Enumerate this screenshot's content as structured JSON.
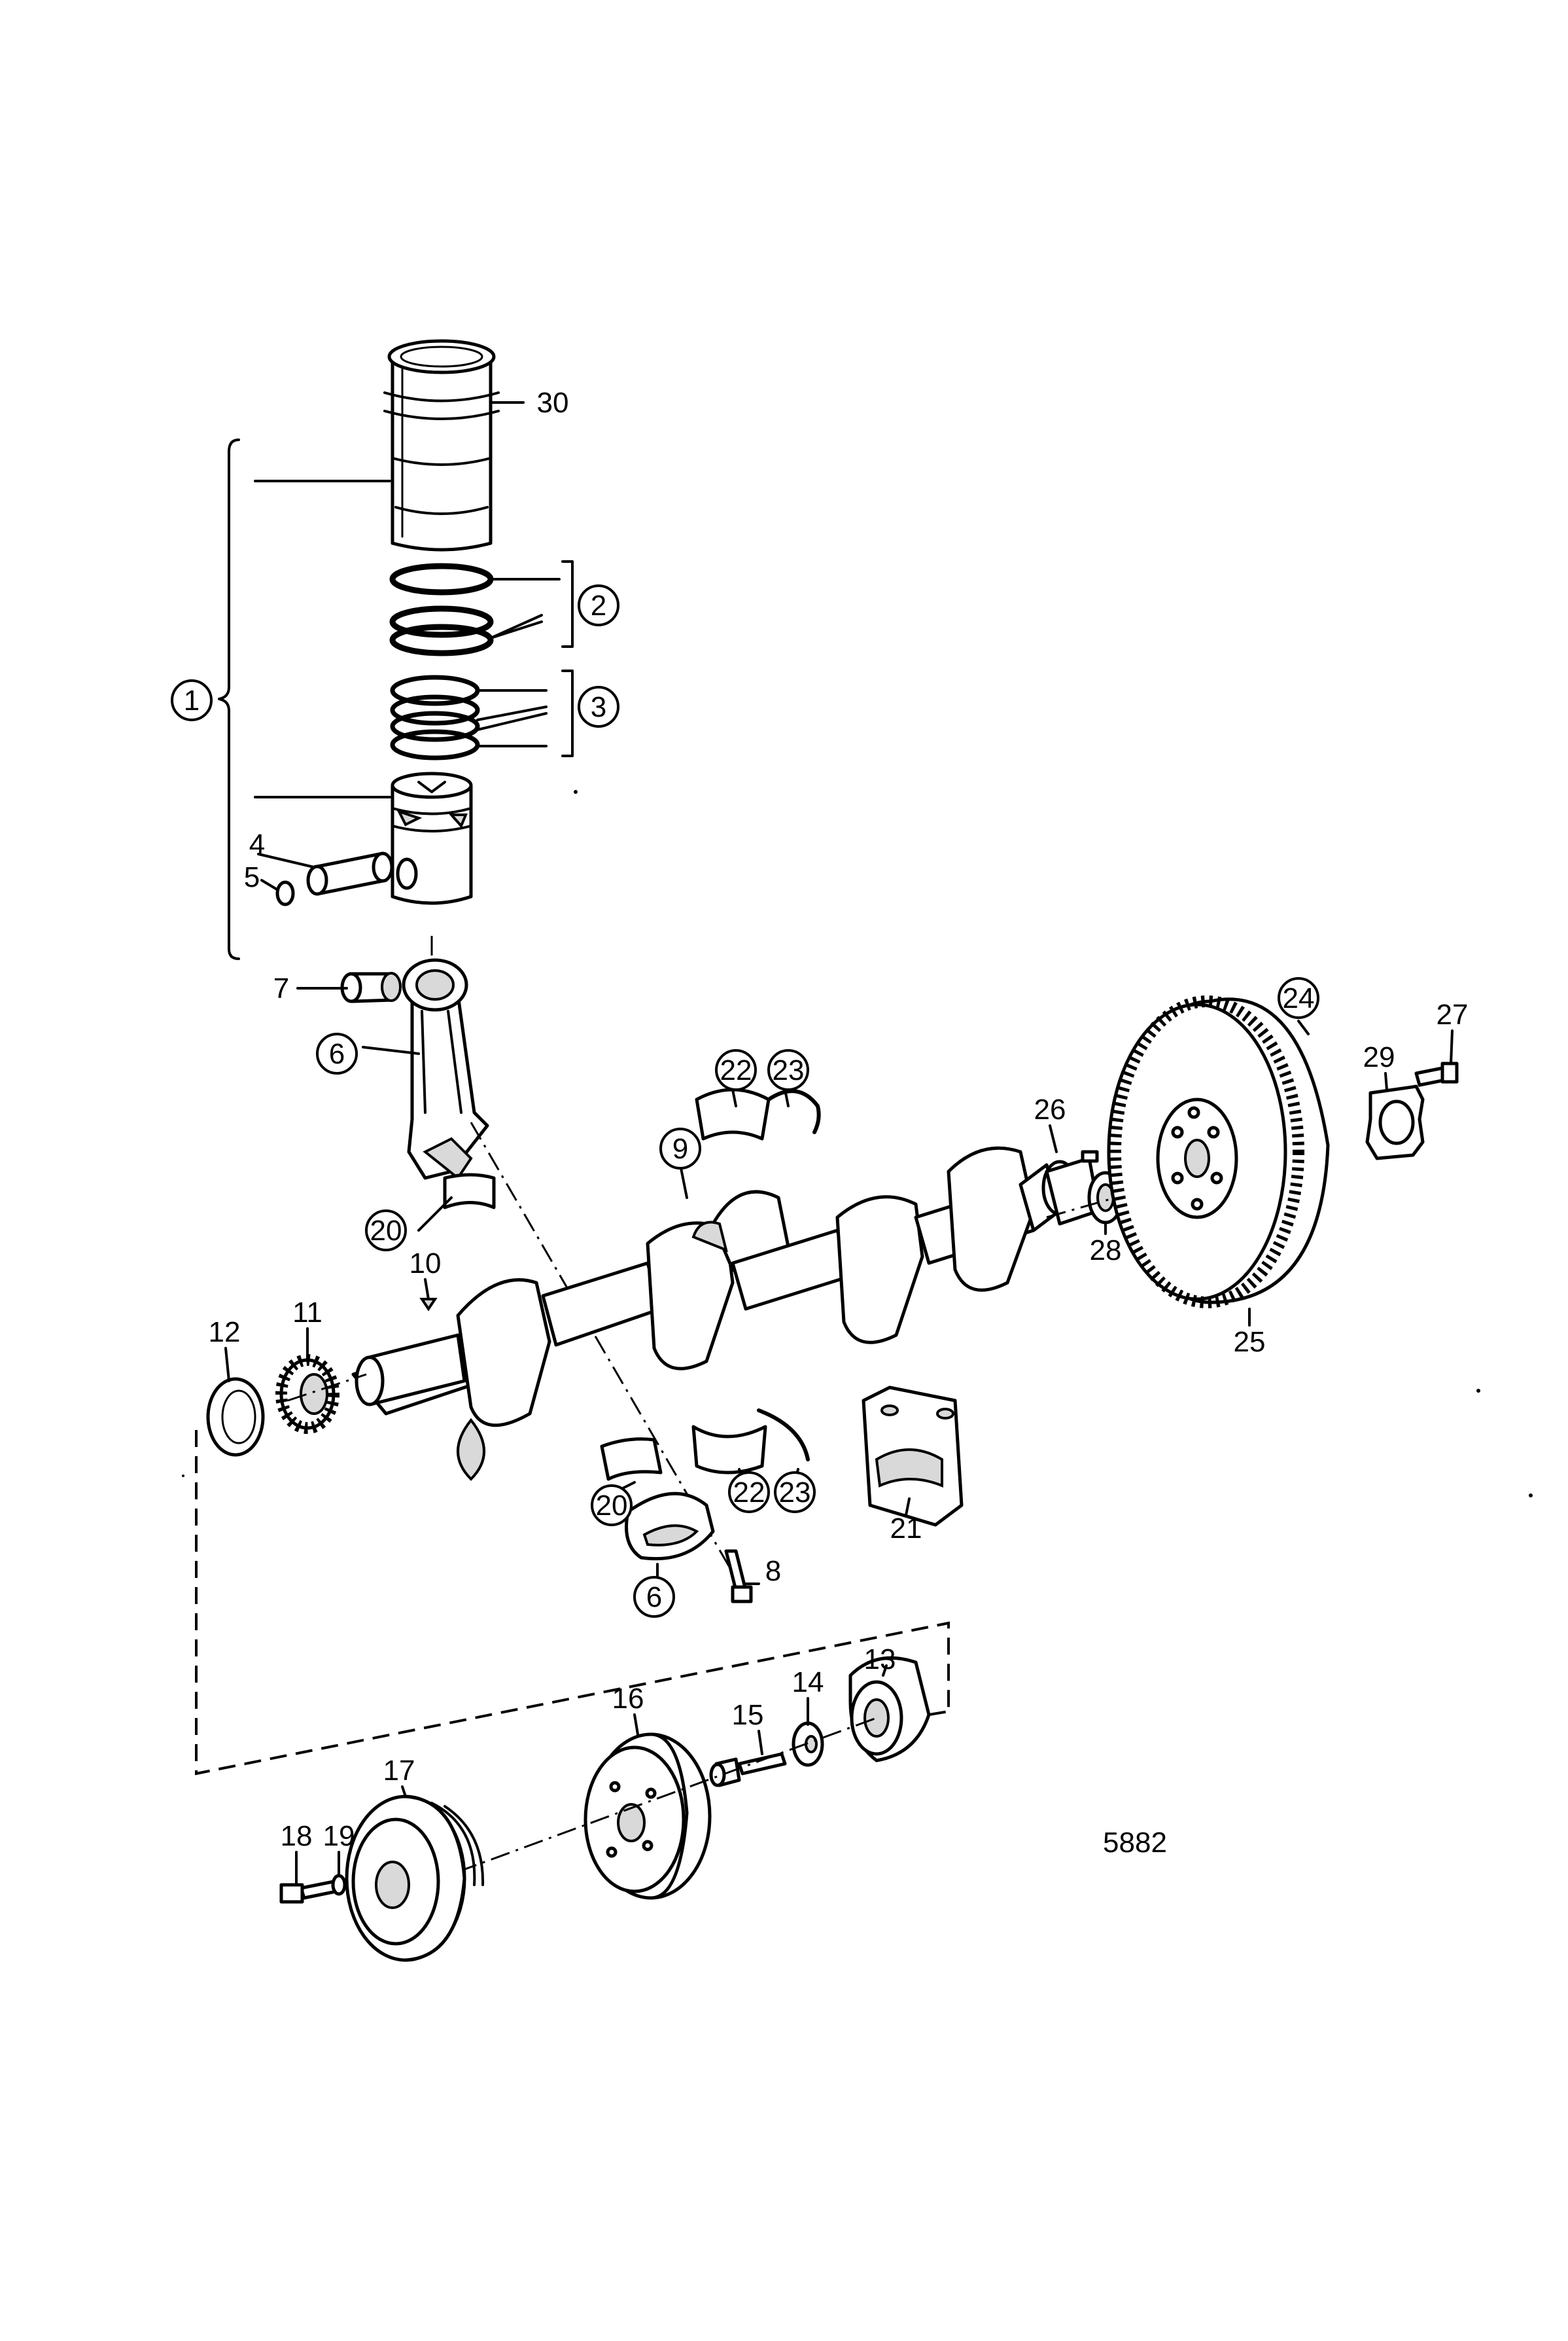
{
  "diagram": {
    "figure_number": "5882",
    "callouts": [
      {
        "id": "1",
        "text": "1",
        "circled": true
      },
      {
        "id": "2",
        "text": "2",
        "circled": true
      },
      {
        "id": "3",
        "text": "3",
        "circled": true
      },
      {
        "id": "4",
        "text": "4",
        "circled": false
      },
      {
        "id": "5",
        "text": "5",
        "circled": false
      },
      {
        "id": "6a",
        "text": "6",
        "circled": true
      },
      {
        "id": "6b",
        "text": "6",
        "circled": true
      },
      {
        "id": "7",
        "text": "7",
        "circled": false
      },
      {
        "id": "8",
        "text": "8",
        "circled": false
      },
      {
        "id": "9",
        "text": "9",
        "circled": true
      },
      {
        "id": "10",
        "text": "10",
        "circled": false
      },
      {
        "id": "11",
        "text": "11",
        "circled": false
      },
      {
        "id": "12",
        "text": "12",
        "circled": false
      },
      {
        "id": "13",
        "text": "13",
        "circled": false
      },
      {
        "id": "14",
        "text": "14",
        "circled": false
      },
      {
        "id": "15",
        "text": "15",
        "circled": false
      },
      {
        "id": "16",
        "text": "16",
        "circled": false
      },
      {
        "id": "17",
        "text": "17",
        "circled": false
      },
      {
        "id": "18",
        "text": "18",
        "circled": false
      },
      {
        "id": "19",
        "text": "19",
        "circled": false
      },
      {
        "id": "20a",
        "text": "20",
        "circled": true
      },
      {
        "id": "20b",
        "text": "20",
        "circled": true
      },
      {
        "id": "21",
        "text": "21",
        "circled": false
      },
      {
        "id": "22a",
        "text": "22",
        "circled": true
      },
      {
        "id": "22b",
        "text": "22",
        "circled": true
      },
      {
        "id": "23a",
        "text": "23",
        "circled": true
      },
      {
        "id": "23b",
        "text": "23",
        "circled": true
      },
      {
        "id": "24",
        "text": "24",
        "circled": true
      },
      {
        "id": "25",
        "text": "25",
        "circled": false
      },
      {
        "id": "26",
        "text": "26",
        "circled": false
      },
      {
        "id": "27",
        "text": "27",
        "circled": false
      },
      {
        "id": "28",
        "text": "28",
        "circled": false
      },
      {
        "id": "29",
        "text": "29",
        "circled": false
      },
      {
        "id": "30",
        "text": "30",
        "circled": false
      }
    ]
  }
}
